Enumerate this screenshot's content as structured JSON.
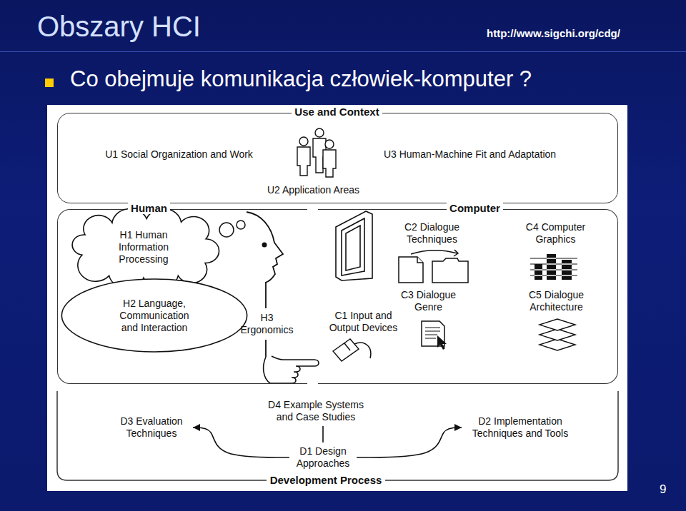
{
  "diagram": {
    "title": "Obszary HCI",
    "nodes": [
      {
        "text": [
          "Use and Context",
          "U1 Social Organization and Work",
          "U3 Human-Machine Fit and Adaptation",
          "U2 Application Areas"
        ]
      },
      {
        "text": [
          "Human",
          "H3 Ergonomics"
        ]
      },
      {
        "text": [
          "H1 Human Information Processing"
        ],
        "in": 1
      },
      {
        "text": [
          "H2 Language, Communication and Interaction"
        ],
        "in": 1
      },
      {
        "text": [
          "Computer",
          "C2 Dialogue Techniques",
          "C4 Computer Graphics",
          "C3 Dialogue Genre",
          "C5 Dialogue Architecture",
          "C1 Input and Output Devices"
        ]
      },
      {
        "text": [
          "D4 Example Systems and Case Studies"
        ]
      },
      {
        "text": [
          "D3 Evaluation Techniques"
        ]
      },
      {
        "text": [
          "D2 Implementation Techniques and Tools"
        ]
      },
      {
        "text": [
          "D1 Design Approaches"
        ]
      }
    ],
    "edges": [
      {
        "from": 8,
        "to": 6,
        "arrow": "to"
      },
      {
        "from": 8,
        "to": 7,
        "arrow": "to"
      },
      {
        "from": 5,
        "to": 8,
        "arrow": "none"
      }
    ],
    "labels": [
      "http://www.sigchi.org/cdg/",
      "Co obejmuje komunikacja człowiek-komputer ?",
      "Development Process",
      "9"
    ]
  }
}
